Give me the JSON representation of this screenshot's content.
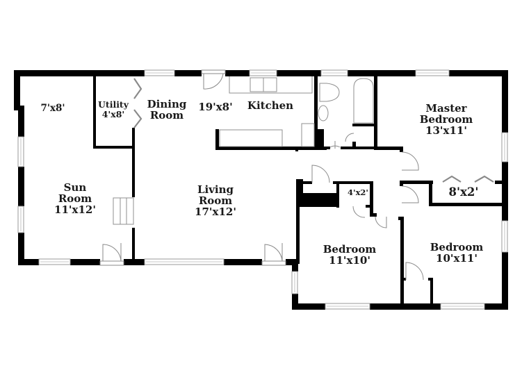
{
  "floor_plan": {
    "rooms": [
      {
        "id": "small-room",
        "lines": [
          "7'x8'"
        ],
        "size": "7'x8'"
      },
      {
        "id": "utility",
        "lines": [
          "Utility",
          "4'x8'"
        ],
        "name": "Utility",
        "size": "4'x8'"
      },
      {
        "id": "dining-room",
        "lines": [
          "Dining",
          "Room"
        ],
        "name": "Dining Room"
      },
      {
        "id": "dining-kitchen-size",
        "lines": [
          "19'x8'"
        ],
        "size": "19'x8'"
      },
      {
        "id": "kitchen",
        "lines": [
          "Kitchen"
        ],
        "name": "Kitchen"
      },
      {
        "id": "master-bedroom",
        "lines": [
          "Master",
          "Bedroom",
          "13'x11'"
        ],
        "name": "Master Bedroom",
        "size": "13'x11'"
      },
      {
        "id": "sun-room",
        "lines": [
          "Sun",
          "Room",
          "11'x12'"
        ],
        "name": "Sun Room",
        "size": "11'x12'"
      },
      {
        "id": "living-room",
        "lines": [
          "Living",
          "Room",
          "17'x12'"
        ],
        "name": "Living Room",
        "size": "17'x12'"
      },
      {
        "id": "closet-hall",
        "lines": [
          "4'x2'"
        ],
        "size": "4'x2'"
      },
      {
        "id": "closet-master",
        "lines": [
          "8'x2'"
        ],
        "size": "8'x2'"
      },
      {
        "id": "bedroom-2",
        "lines": [
          "Bedroom",
          "11'x10'"
        ],
        "name": "Bedroom",
        "size": "11'x10'"
      },
      {
        "id": "bedroom-3",
        "lines": [
          "Bedroom",
          "10'x11'"
        ],
        "name": "Bedroom",
        "size": "10'x11'"
      }
    ],
    "colors": {
      "wall": "#000000",
      "background": "#ffffff",
      "fixture_line": "#8f8f8f",
      "label": "#1a1a1a"
    }
  }
}
